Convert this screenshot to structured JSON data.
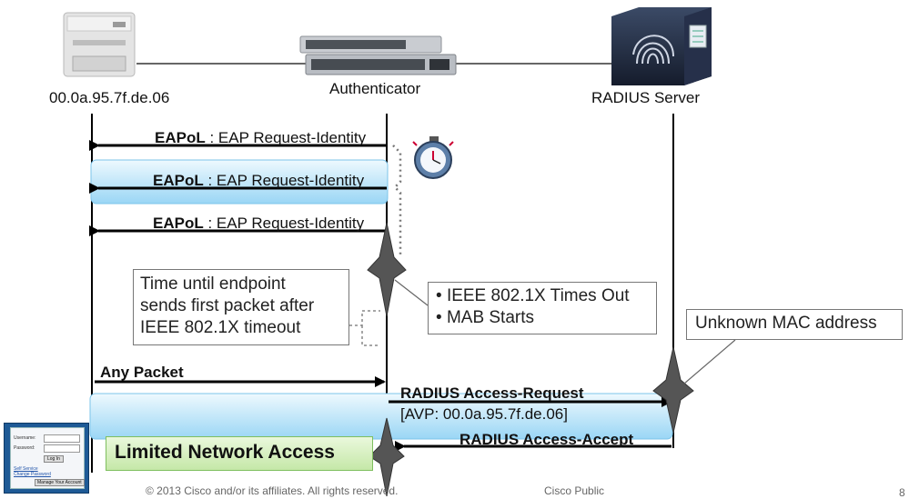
{
  "entities": {
    "endpoint": "00.0a.95.7f.de.06",
    "authenticator": "Authenticator",
    "radius": "RADIUS Server"
  },
  "messages": {
    "m1": {
      "proto": "EAPoL",
      "sep": " : ",
      "text": "EAP Request-Identity"
    },
    "m2": {
      "proto": "EAPoL",
      "sep": " : ",
      "text": "EAP Request-Identity"
    },
    "m3": {
      "proto": "EAPoL",
      "sep": " : ",
      "text": "EAP Request-Identity"
    },
    "any_packet": "Any Packet",
    "radius_request": "RADIUS Access-Request",
    "radius_request_avp": "[AVP: 00.0a.95.7f.de.06]",
    "radius_accept": "RADIUS Access-Accept"
  },
  "notes": {
    "timeout_note": [
      "Time until endpoint",
      "sends first packet after",
      "IEEE 802.1X timeout"
    ],
    "status_bullets": [
      "IEEE 802.1X Times Out",
      "MAB Starts"
    ],
    "bullet_char": "•",
    "unknown_mac": "Unknown MAC address",
    "limited_access": "Limited Network Access"
  },
  "login_thumbnail": {
    "username_label": "Username:",
    "password_label": "Password:",
    "login_button": "Log In",
    "self_service": "Self Service",
    "change_password": "Change Password",
    "manage_button": "Manage Your Account"
  },
  "footer": {
    "copyright": "© 2013 Cisco and/or its affiliates. All rights reserved.",
    "classification": "Cisco Public",
    "page": "8"
  },
  "colors": {
    "band_top": "#e8f6fd",
    "band_bottom": "#9fd9f6",
    "limited_fill": "#d6f0c2",
    "limited_border": "#7fbf5f"
  }
}
